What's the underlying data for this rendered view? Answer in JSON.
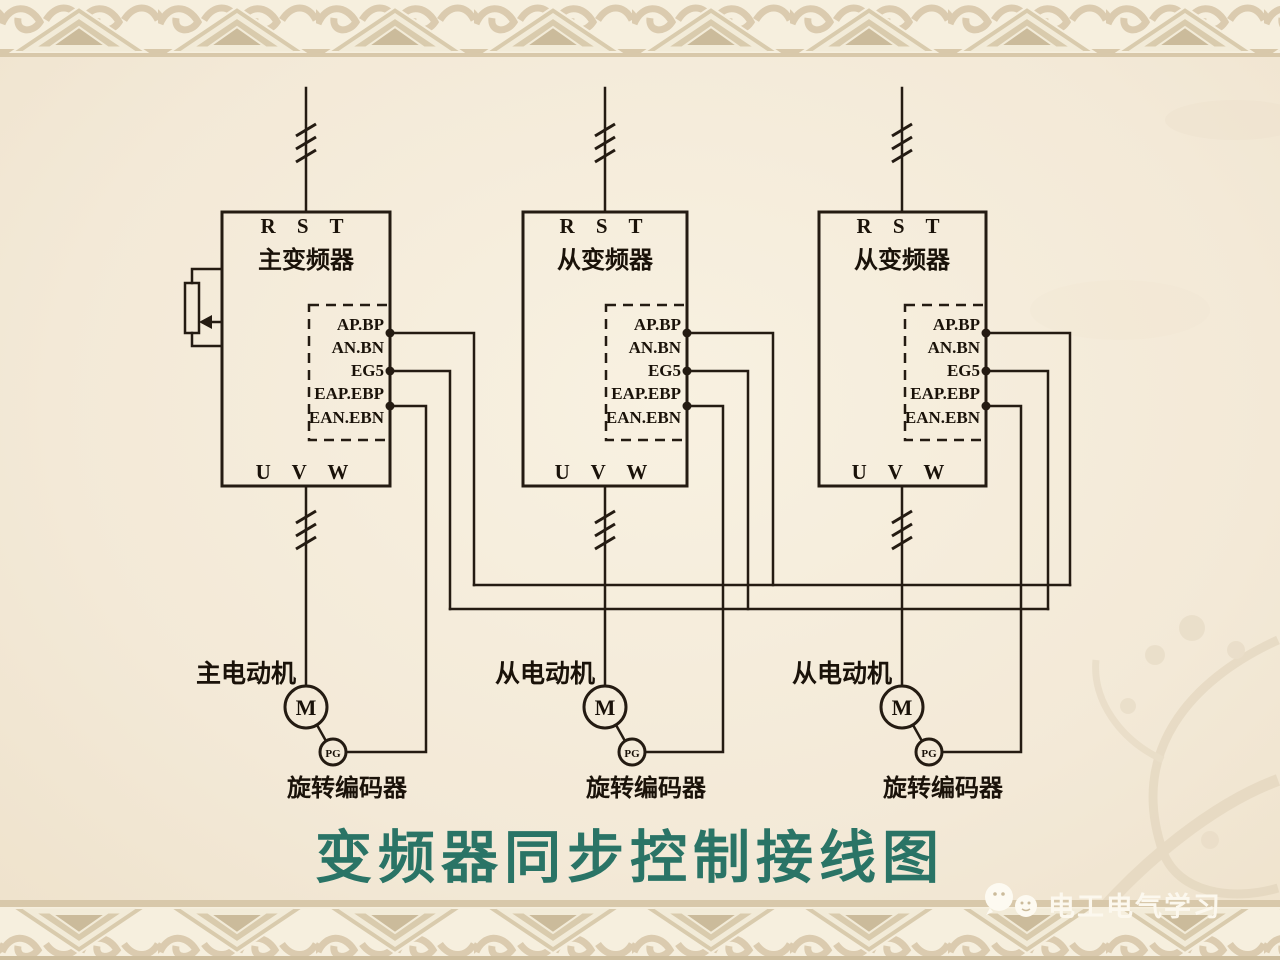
{
  "page": {
    "title": "变频器同步控制接线图",
    "title_color": "#2a7466",
    "background_color": "#f3e9d7",
    "border_pattern_color": "#d8c8aa",
    "line_color": "#241b12"
  },
  "watermark": {
    "icon": "chat-bubbles-logo",
    "text": "电工电气学习"
  },
  "buses": {
    "ap_bus": "AP.BP common bus",
    "eg5_bus": "EG5 common bus"
  },
  "units": [
    {
      "role": "master",
      "input_phases": "R S T",
      "name": "主变频器",
      "terminals": [
        "AP.BP",
        "AN.BN",
        "EG5",
        "EAP.EBP",
        "EAN.EBN"
      ],
      "output_phases": "U V W",
      "motor_label": "主电动机",
      "motor_symbol": "M",
      "encoder_symbol": "PG",
      "encoder_label": "旋转编码器"
    },
    {
      "role": "slave",
      "input_phases": "R S T",
      "name": "从变频器",
      "terminals": [
        "AP.BP",
        "AN.BN",
        "EG5",
        "EAP.EBP",
        "EAN.EBN"
      ],
      "output_phases": "U V W",
      "motor_label": "从电动机",
      "motor_symbol": "M",
      "encoder_symbol": "PG",
      "encoder_label": "旋转编码器"
    },
    {
      "role": "slave",
      "input_phases": "R S T",
      "name": "从变频器",
      "terminals": [
        "AP.BP",
        "AN.BN",
        "EG5",
        "EAP.EBP",
        "EAN.EBN"
      ],
      "output_phases": "U V W",
      "motor_label": "从电动机",
      "motor_symbol": "M",
      "encoder_symbol": "PG",
      "encoder_label": "旋转编码器"
    }
  ]
}
